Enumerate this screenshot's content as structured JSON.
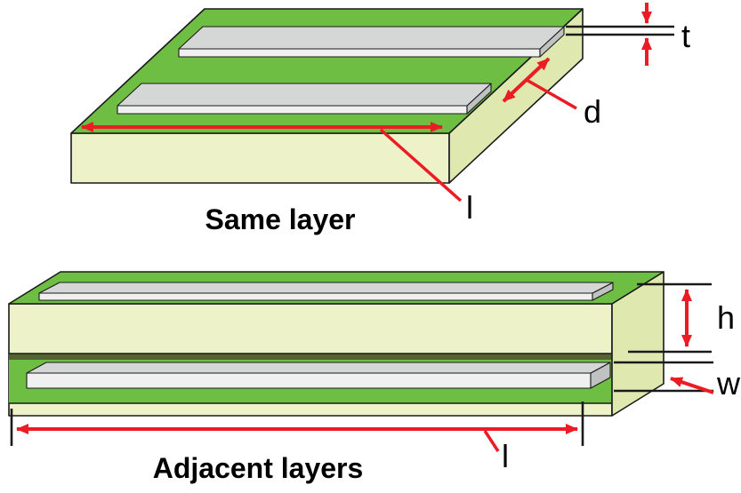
{
  "colors": {
    "green": "#6FBE44",
    "substrate": "#EDF2C9",
    "substrate_side": "#DEE8AF",
    "trace_top": "#D5D7D6",
    "trace_front": "#F0F0F0",
    "trace_end": "#C0C2C1",
    "slot_shadow": "#55632E",
    "red": "#EC1C24",
    "outline": "#1A1A1A",
    "ink": "#000000"
  },
  "figures": {
    "same_layer": {
      "caption": "Same layer",
      "labels": {
        "trace_thickness": "t",
        "trace_separation": "d",
        "trace_length": "l"
      }
    },
    "adjacent_layers": {
      "caption": "Adjacent layers",
      "labels": {
        "layer_height": "h",
        "trace_width": "w",
        "trace_length": "l"
      }
    }
  }
}
